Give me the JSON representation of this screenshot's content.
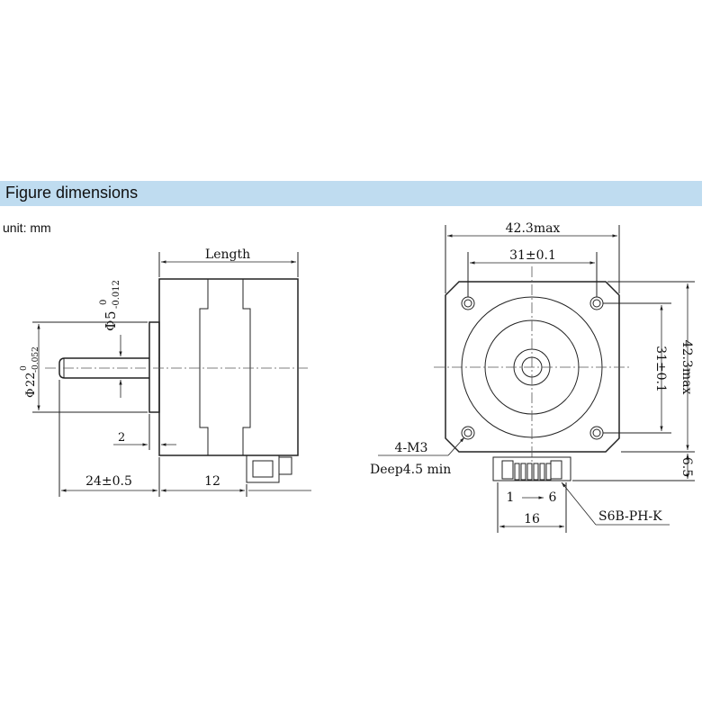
{
  "header": {
    "title": "Figure dimensions",
    "color": "#bfdcf0"
  },
  "unit": "unit:  mm",
  "side_view": {
    "length": "Length",
    "shaft_dia_symbol": "Φ",
    "shaft_dia_value": "5",
    "shaft_dia_upper": "0",
    "shaft_dia_lower": "-0.012",
    "boss_dia_symbol": "Φ",
    "boss_dia_value": "22",
    "boss_dia_upper": "0",
    "boss_dia_lower": "-0.052",
    "boss_height": "2",
    "shaft_length": "24±0.5",
    "connector_offset": "12"
  },
  "front_view": {
    "width_max": "42.3max",
    "hole_spacing_h": "31±0.1",
    "hole_spacing_v": "31±0.1",
    "height_max": "42.3max",
    "hole_spec": "4-M3",
    "hole_depth": "Deep4.5 min",
    "pin_first": "1",
    "pin_last": "6",
    "connector_width": "16",
    "connector_height": "6.5",
    "connector_type": "S6B-PH-K"
  }
}
